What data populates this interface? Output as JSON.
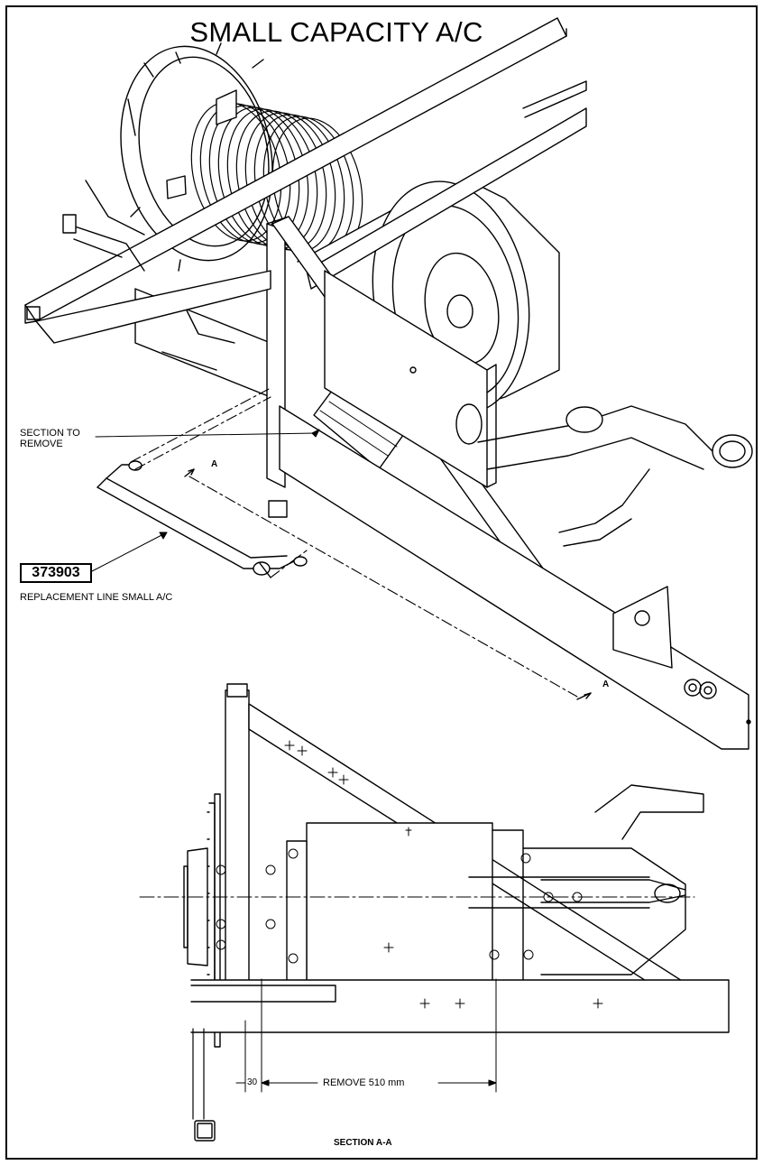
{
  "title": "SMALL CAPACITY A/C",
  "labels": {
    "section_to_remove_line1": "SECTION TO",
    "section_to_remove_line2": "REMOVE",
    "section_marker_top": "A",
    "section_marker_bottom": "A",
    "part_number": "373903",
    "replacement_line": "REPLACEMENT LINE SMALL A/C",
    "dimension_small": "30",
    "dimension_remove": "REMOVE 510 mm",
    "section_caption": "SECTION A-A"
  },
  "colors": {
    "ink": "#000000",
    "paper": "#ffffff"
  }
}
